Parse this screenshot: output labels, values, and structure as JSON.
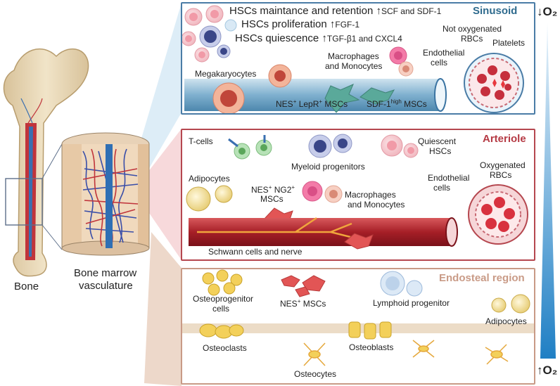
{
  "left": {
    "bone_label": "Bone",
    "vasculature_label_1": "Bone marrow",
    "vasculature_label_2": "vasculature"
  },
  "oxygen": {
    "top_label": "↓O₂",
    "bottom_label": "↑O₂"
  },
  "sinusoid": {
    "title": "Sinusoid",
    "line1_text": "HSCs maintance and retention",
    "line1_arrow": "↑",
    "line1_factors": "SCF and SDF-1",
    "line2_text": "HSCs proliferation",
    "line2_arrow": "↑",
    "line2_factors": "FGF-1",
    "line3_text": "HSCs quiescence",
    "line3_arrow": "↑",
    "line3_factors": "TGF-β1 and CXCL4",
    "not_oxygenated_1": "Not oxygenated",
    "not_oxygenated_2": "RBCs",
    "platelets": "Platelets",
    "endothelial_1": "Endothelial",
    "endothelial_2": "cells",
    "macrophages_1": "Macrophages",
    "macrophages_2": "and Monocytes",
    "megakaryocytes": "Megakaryocytes",
    "nes_lepr_a": "NES",
    "nes_lepr_sup1": "+",
    "nes_lepr_b": " LepR",
    "nes_lepr_sup2": "+",
    "nes_lepr_c": " MSCs",
    "sdf_a": "SDF-1",
    "sdf_sup": "high",
    "sdf_b": " MSCs"
  },
  "arteriole": {
    "title": "Arteriole",
    "tcells": "T-cells",
    "myeloid": "Myeloid progenitors",
    "quiescent_1": "Quiescent",
    "quiescent_2": "HSCs",
    "adipocytes": "Adipocytes",
    "nes_ng2_a": "NES",
    "nes_ng2_sup1": "+",
    "nes_ng2_b": " NG2",
    "nes_ng2_sup2": "+",
    "nes_ng2_c": "MSCs",
    "macrophages_1": "Macrophages",
    "macrophages_2": "and Monocytes",
    "endothelial_1": "Endothelial",
    "endothelial_2": "cells",
    "oxygenated_1": "Oxygenated",
    "oxygenated_2": "RBCs",
    "schwann": "Schwann cells and nerve"
  },
  "endosteal": {
    "title": "Endosteal region",
    "osteoprogenitor_1": "Osteoprogenitor",
    "osteoprogenitor_2": "cells",
    "nes_a": "NES",
    "nes_sup": "+",
    "nes_b": " MSCs",
    "lymphoid": "Lymphoid progenitor",
    "adipocytes": "Adipocytes",
    "osteoclasts": "Osteoclasts",
    "osteoblasts": "Osteoblasts",
    "osteocytes": "Osteocytes"
  },
  "colors": {
    "sinusoid_border": "#4a7ca6",
    "sinusoid_title": "#2f6b8e",
    "arteriole_border": "#b5474f",
    "arteriole_title": "#b53a44",
    "endosteal_border": "#c89a86",
    "endosteal_title": "#c99b87",
    "gradient_blue": "#1f7fc4"
  }
}
